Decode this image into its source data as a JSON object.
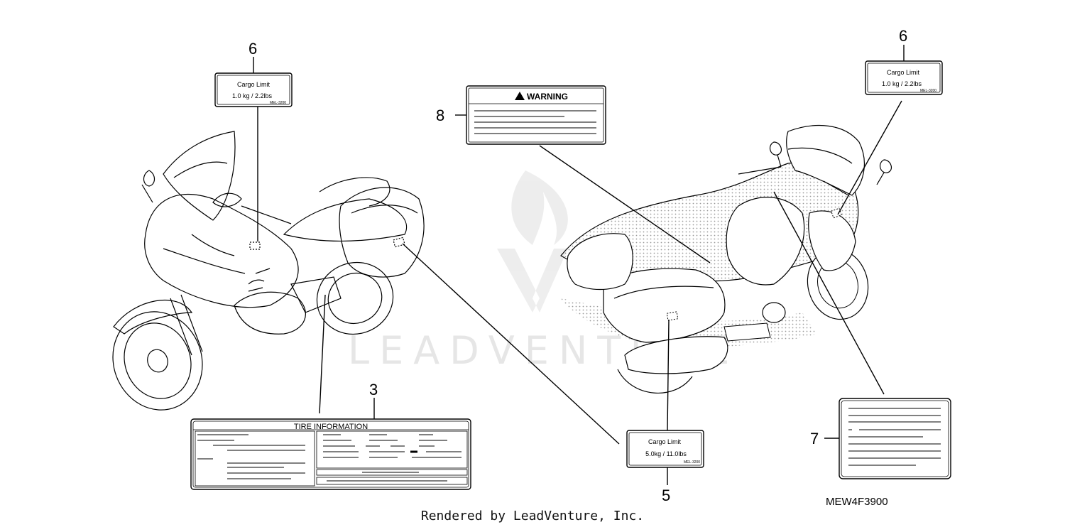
{
  "callouts": [
    "6",
    "8",
    "3",
    "5",
    "6",
    "7"
  ],
  "labels": {
    "cargo_small_title": "Cargo Limit",
    "cargo_small_value": "1.0 kg /  2.2lbs",
    "cargo_small_code": "MEL-3200",
    "cargo_large_title": "Cargo Limit",
    "cargo_large_value": "5.0kg / 11.0lbs",
    "cargo_large_code": "MEL-3200",
    "warning_title": "WARNING",
    "tire_title": "TIRE INFORMATION"
  },
  "part_number": "MEW4F3900",
  "watermark": "LEADVENTURE",
  "credit": "Rendered by LeadVenture, Inc.",
  "colors": {
    "line": "#000000",
    "background": "#ffffff",
    "watermark": "#e6e6e6"
  }
}
